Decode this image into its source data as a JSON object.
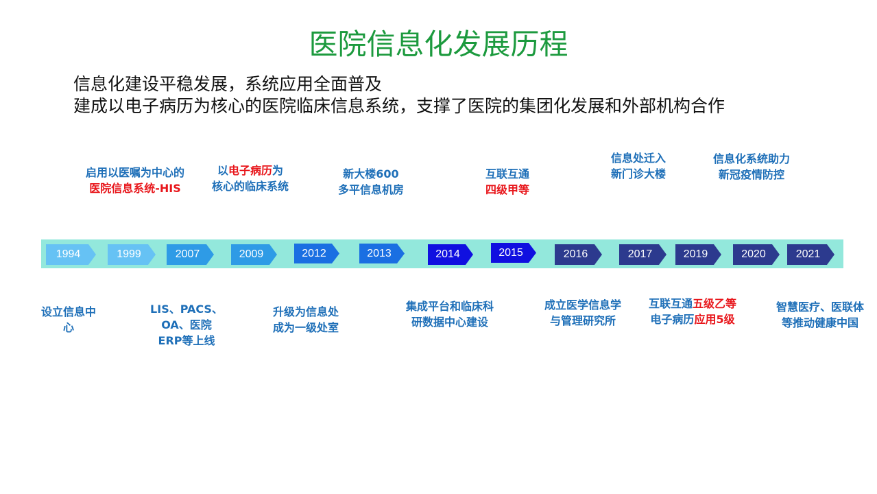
{
  "slide": {
    "title": "医院信息化发展历程",
    "subtitle_lines": [
      "信息化建设平稳发展，系统应用全面普及",
      "建成以电子病历为核心的医院临床信息系统，支撑了医院的集团化发展和外部机构合作"
    ]
  },
  "colors": {
    "title": "#1c9a3e",
    "label_text": "#1e6fb8",
    "highlight_text": "#e8161b",
    "timeline_band": "#93e8dc"
  },
  "timeline": [
    {
      "year": "1994",
      "color": "#66c2f4"
    },
    {
      "year": "1999",
      "color": "#66c2f4"
    },
    {
      "year": "2007",
      "color": "#2e9be6"
    },
    {
      "year": "2009",
      "color": "#2e9be6"
    },
    {
      "year": "2012",
      "color": "#1a6fe2"
    },
    {
      "year": "2013",
      "color": "#1a6fe2"
    },
    {
      "year": "2014",
      "color": "#1010e0"
    },
    {
      "year": "2015",
      "color": "#1010e0"
    },
    {
      "year": "2016",
      "color": "#2c3a8e"
    },
    {
      "year": "2017",
      "color": "#2c3a8e"
    },
    {
      "year": "2019",
      "color": "#2c3a8e"
    },
    {
      "year": "2020",
      "color": "#2c3a8e"
    },
    {
      "year": "2021",
      "color": "#2c3a8e"
    }
  ],
  "events_above": [
    {
      "lines": [
        [
          {
            "text": "启用以医嘱为中心的",
            "highlight": false
          }
        ],
        [
          {
            "text": "医院信息系统-HIS",
            "highlight": true
          }
        ]
      ]
    },
    {
      "lines": [
        [
          {
            "text": "以",
            "highlight": false
          },
          {
            "text": "电子病历",
            "highlight": true
          },
          {
            "text": "为",
            "highlight": false
          }
        ],
        [
          {
            "text": "核心的临床系统",
            "highlight": false
          }
        ]
      ]
    },
    {
      "lines": [
        [
          {
            "text": "新大楼600",
            "highlight": false
          }
        ],
        [
          {
            "text": "多平信息机房",
            "highlight": false
          }
        ]
      ]
    },
    {
      "lines": [
        [
          {
            "text": "互联互通",
            "highlight": false
          }
        ],
        [
          {
            "text": "四级甲等",
            "highlight": true
          }
        ]
      ]
    },
    {
      "lines": [
        [
          {
            "text": "信息处迁入",
            "highlight": false
          }
        ],
        [
          {
            "text": "新门诊大楼",
            "highlight": false
          }
        ]
      ]
    },
    {
      "lines": [
        [
          {
            "text": "信息化系统助力",
            "highlight": false
          }
        ],
        [
          {
            "text": "新冠疫情防控",
            "highlight": false
          }
        ]
      ]
    }
  ],
  "events_below": [
    {
      "lines": [
        [
          {
            "text": "设立信息中",
            "highlight": false
          }
        ],
        [
          {
            "text": "心",
            "highlight": false
          }
        ]
      ]
    },
    {
      "lines": [
        [
          {
            "text": "LIS、PACS、",
            "highlight": false
          }
        ],
        [
          {
            "text": "OA、医院",
            "highlight": false
          }
        ],
        [
          {
            "text": "ERP等上线",
            "highlight": false
          }
        ]
      ]
    },
    {
      "lines": [
        [
          {
            "text": "升级为信息处",
            "highlight": false
          }
        ],
        [
          {
            "text": "成为一级处室",
            "highlight": false
          }
        ]
      ]
    },
    {
      "lines": [
        [
          {
            "text": "集成平台和临床科",
            "highlight": false
          }
        ],
        [
          {
            "text": "研数据中心建设",
            "highlight": false
          }
        ]
      ]
    },
    {
      "lines": [
        [
          {
            "text": "成立医学信息学",
            "highlight": false
          }
        ],
        [
          {
            "text": "与管理研究所",
            "highlight": false
          }
        ]
      ]
    },
    {
      "lines": [
        [
          {
            "text": "互联互通",
            "highlight": false
          },
          {
            "text": "五级乙等",
            "highlight": true
          }
        ],
        [
          {
            "text": "电子病历",
            "highlight": false
          },
          {
            "text": "应用5级",
            "highlight": true
          }
        ]
      ]
    },
    {
      "lines": [
        [
          {
            "text": "智慧医疗、医联体",
            "highlight": false
          }
        ],
        [
          {
            "text": "等推动健康中国",
            "highlight": false
          }
        ]
      ]
    }
  ]
}
